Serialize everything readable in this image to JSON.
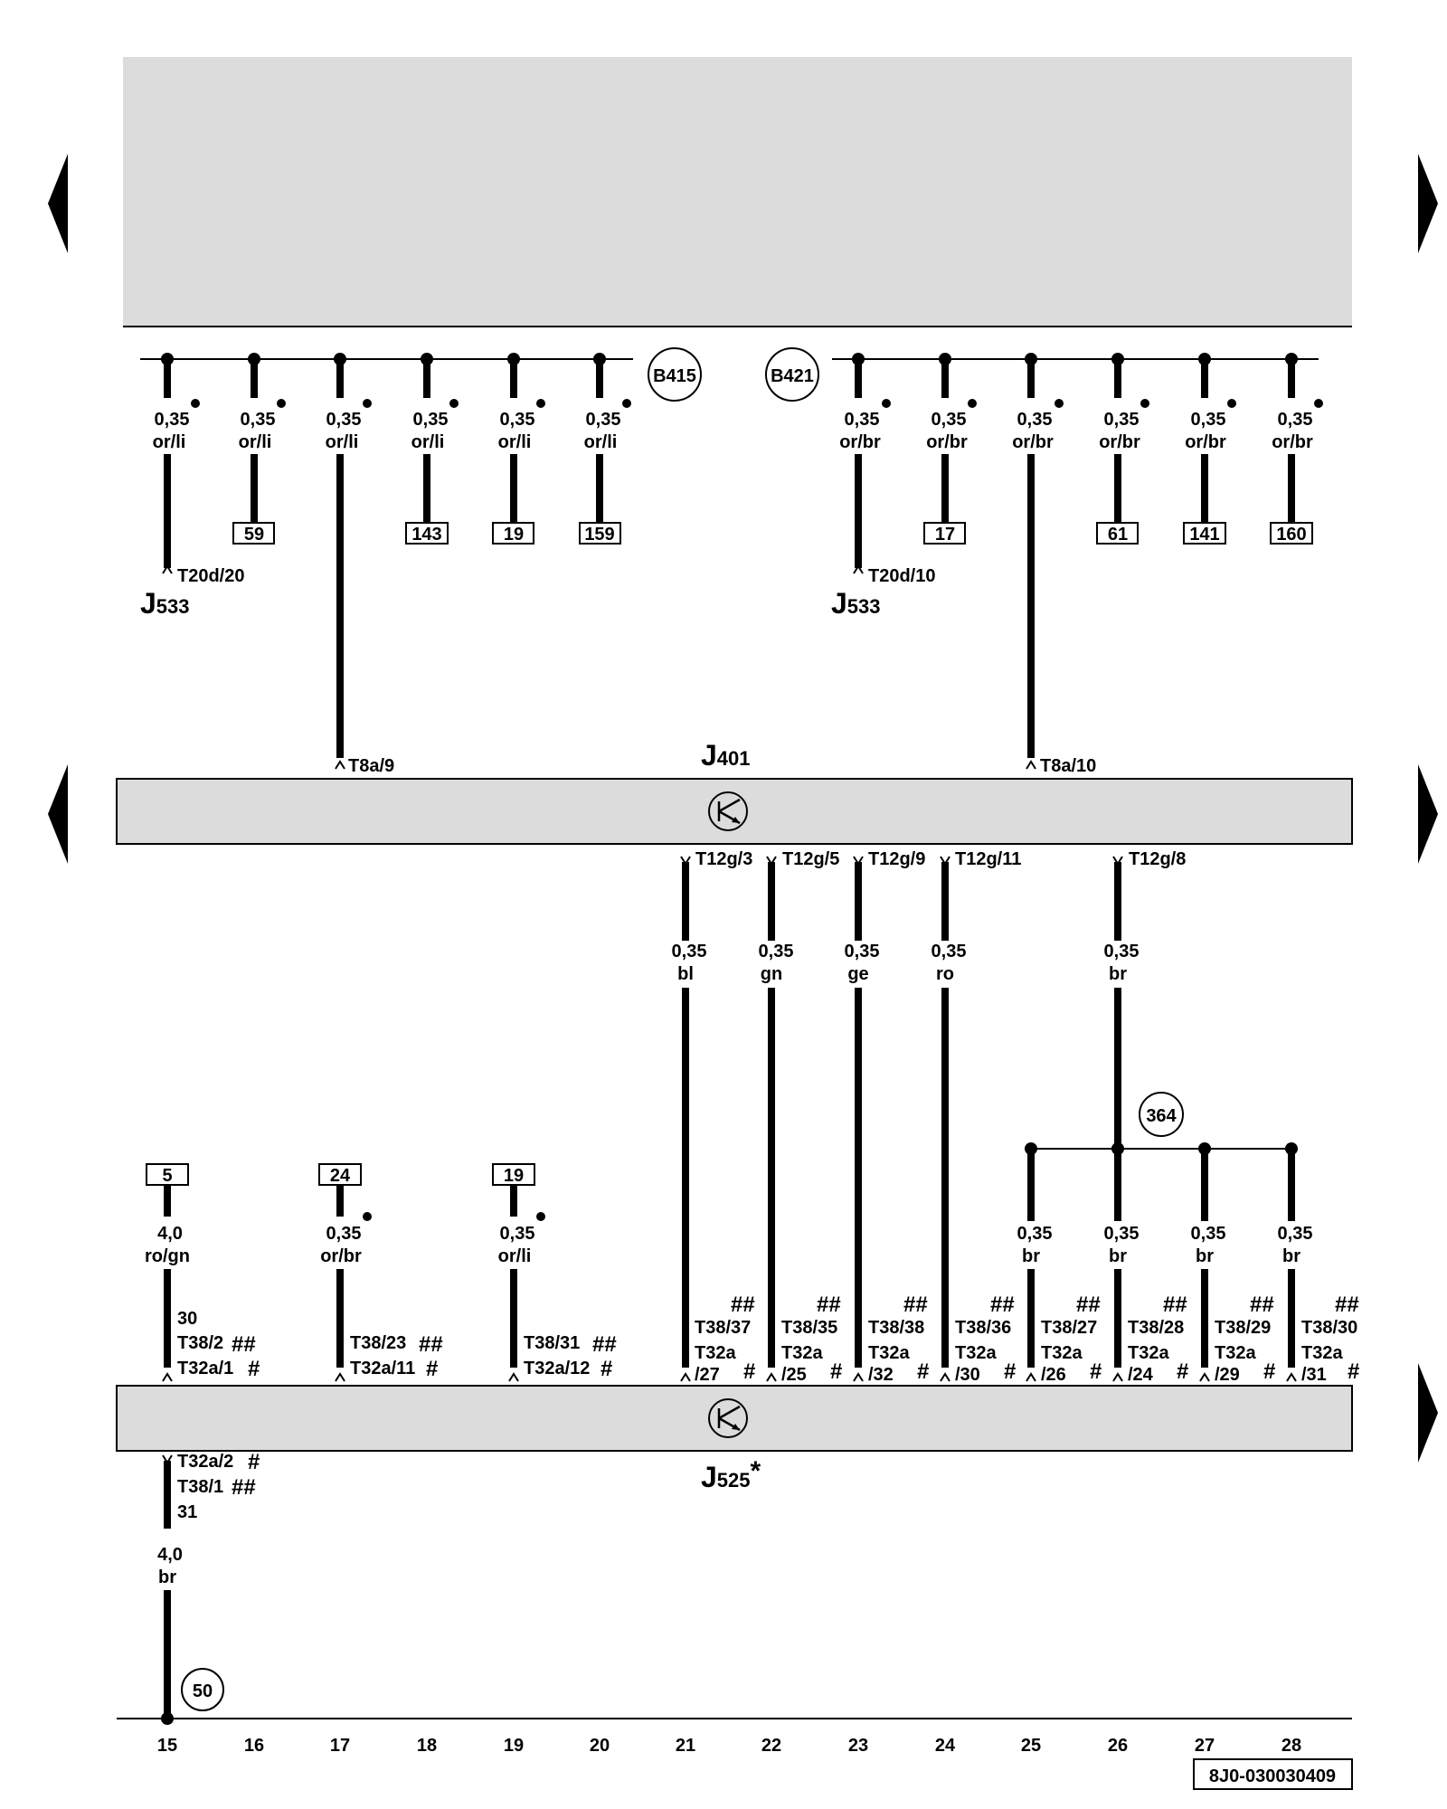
{
  "diagram_id": "8J0-030030409",
  "modules": {
    "J401": {
      "letter": "J",
      "number": "401"
    },
    "J525": {
      "letter": "J",
      "number": "525",
      "suffix": "*"
    },
    "J533_left": {
      "letter": "J",
      "number": "533"
    },
    "J533_right": {
      "letter": "J",
      "number": "533"
    }
  },
  "splices": {
    "B415": "B415",
    "B421": "B421",
    "s364": "364",
    "ground50": "50"
  },
  "top_left_wires": [
    {
      "gauge": "0,35",
      "color": "or/li",
      "connector": "T20d/20",
      "dot": true
    },
    {
      "gauge": "0,35",
      "color": "or/li",
      "ref": "59",
      "dot": true
    },
    {
      "gauge": "0,35",
      "color": "or/li",
      "connector": "T8a/9",
      "dot": true
    },
    {
      "gauge": "0,35",
      "color": "or/li",
      "ref": "143",
      "dot": true
    },
    {
      "gauge": "0,35",
      "color": "or/li",
      "ref": "19",
      "dot": true
    },
    {
      "gauge": "0,35",
      "color": "or/li",
      "ref": "159",
      "dot": true
    }
  ],
  "top_right_wires": [
    {
      "gauge": "0,35",
      "color": "or/br",
      "connector": "T20d/10",
      "dot": true
    },
    {
      "gauge": "0,35",
      "color": "or/br",
      "ref": "17",
      "dot": true
    },
    {
      "gauge": "0,35",
      "color": "or/br",
      "connector": "T8a/10",
      "dot": true
    },
    {
      "gauge": "0,35",
      "color": "or/br",
      "ref": "61",
      "dot": true
    },
    {
      "gauge": "0,35",
      "color": "or/br",
      "ref": "141",
      "dot": true
    },
    {
      "gauge": "0,35",
      "color": "or/br",
      "ref": "160",
      "dot": true
    }
  ],
  "j401_outputs": [
    {
      "connector": "T12g/3",
      "gauge": "0,35",
      "color": "bl"
    },
    {
      "connector": "T12g/5",
      "gauge": "0,35",
      "color": "gn"
    },
    {
      "connector": "T12g/9",
      "gauge": "0,35",
      "color": "ge"
    },
    {
      "connector": "T12g/11",
      "gauge": "0,35",
      "color": "ro"
    },
    {
      "connector": "T12g/8",
      "gauge": "0,35",
      "color": "br"
    }
  ],
  "j525_inputs_left": [
    {
      "ref": "5",
      "gauge": "4,0",
      "color": "ro/gn",
      "terminal": "30",
      "pin38": "T38/2",
      "mark38": "##",
      "pin32": "T32a/1",
      "mark32": "#"
    },
    {
      "ref": "24",
      "gauge": "0,35",
      "color": "or/br",
      "pin38": "T38/23",
      "mark38": "##",
      "pin32": "T32a/11",
      "mark32": "#",
      "dot": true
    },
    {
      "ref": "19",
      "gauge": "0,35",
      "color": "or/li",
      "pin38": "T38/31",
      "mark38": "##",
      "pin32": "T32a/12",
      "mark32": "#",
      "dot": true
    }
  ],
  "j525_inputs_right": [
    {
      "mark38": "##",
      "pin38": "T38/37",
      "pin32a": "T32a",
      "pin32b": "/27",
      "mark32": "#"
    },
    {
      "mark38": "##",
      "pin38": "T38/35",
      "pin32a": "T32a",
      "pin32b": "/25",
      "mark32": "#"
    },
    {
      "mark38": "##",
      "pin38": "T38/38",
      "pin32a": "T32a",
      "pin32b": "/32",
      "mark32": "#"
    },
    {
      "mark38": "##",
      "pin38": "T38/36",
      "pin32a": "T32a",
      "pin32b": "/30",
      "mark32": "#"
    },
    {
      "mark38": "##",
      "pin38": "T38/27",
      "pin32a": "T32a",
      "pin32b": "/26",
      "mark32": "#",
      "gauge": "0,35",
      "color": "br"
    },
    {
      "mark38": "##",
      "pin38": "T38/28",
      "pin32a": "T32a",
      "pin32b": "/24",
      "mark32": "#",
      "gauge": "0,35",
      "color": "br"
    },
    {
      "mark38": "##",
      "pin38": "T38/29",
      "pin32a": "T32a",
      "pin32b": "/29",
      "mark32": "#",
      "gauge": "0,35",
      "color": "br"
    },
    {
      "mark38": "##",
      "pin38": "T38/30",
      "pin32a": "T32a",
      "pin32b": "/31",
      "mark32": "#",
      "gauge": "0,35",
      "color": "br"
    }
  ],
  "ground_wire": {
    "pin32": "T32a/2",
    "mark32": "#",
    "pin38": "T38/1",
    "mark38": "##",
    "terminal": "31",
    "gauge": "4,0",
    "color": "br"
  },
  "columns": [
    "15",
    "16",
    "17",
    "18",
    "19",
    "20",
    "21",
    "22",
    "23",
    "24",
    "25",
    "26",
    "27",
    "28"
  ]
}
